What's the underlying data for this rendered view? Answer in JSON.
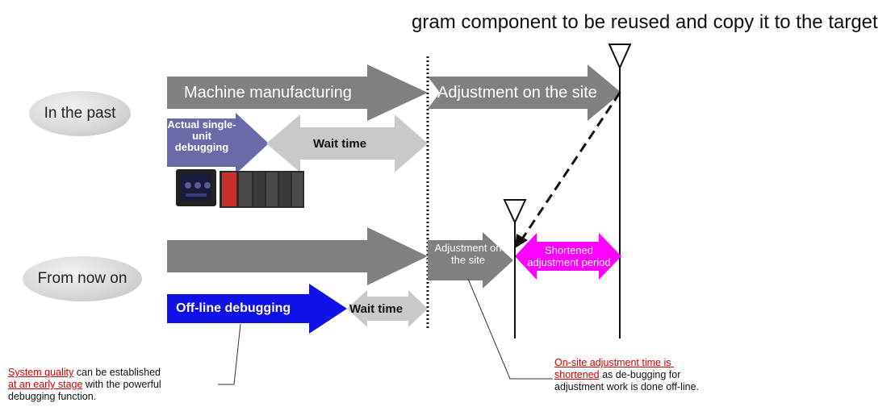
{
  "header": {
    "text": "gram component to be reused and copy it to the target"
  },
  "rows": {
    "past_label": "In the past",
    "now_label": "From now on"
  },
  "past": {
    "machine_manufacturing": "Machine manufacturing",
    "adjustment_on_site": "Adjustment on the site",
    "actual_single_unit_debugging": [
      "Actual single-",
      "unit",
      "debugging"
    ],
    "wait_time": "Wait time"
  },
  "now": {
    "adjustment_on_site": [
      "Adjustment on",
      "the site"
    ],
    "shortened_period": [
      "Shortened",
      "adjustment period"
    ],
    "offline_debugging": "Off-line debugging",
    "wait_time": "Wait time"
  },
  "callouts": {
    "left": {
      "line1_highlight": "System quality",
      "line1_rest": " can be established",
      "line2_highlight": "at an early stage",
      "line2_rest": " with the powerful",
      "line3": "debugging function."
    },
    "right": {
      "line1_highlight": "On-site adjustment time is ",
      "line2_highlight": "shortened",
      "line2_rest": " as de-bugging for",
      "line3": "adjustment work is done off-line."
    }
  },
  "colors": {
    "gray_arrow": "#808080",
    "light_gray_arrow": "#c9c9c9",
    "purple_arrow": "#6a6aa8",
    "blue_arrow": "#1010e8",
    "magenta_arrow": "#ff00ff",
    "highlight_red": "#d40000"
  }
}
